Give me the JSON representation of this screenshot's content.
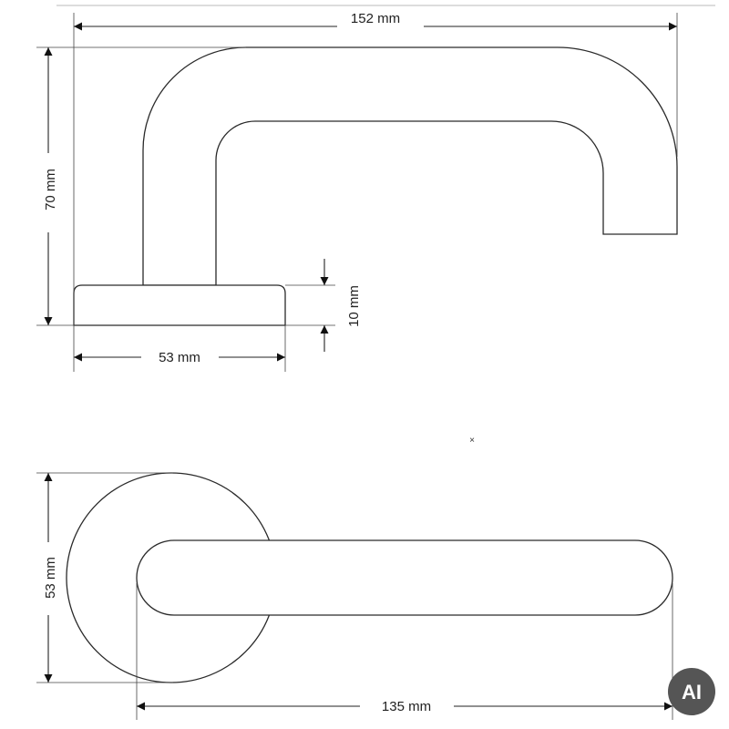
{
  "dimensions": {
    "overall_length": "152 mm",
    "height": "70 mm",
    "rose_thickness": "10 mm",
    "rose_diameter_side": "53 mm",
    "rose_diameter_top": "53 mm",
    "lever_length": "135 mm"
  },
  "badge": {
    "label": "AI"
  },
  "marker": "×",
  "colors": {
    "line": "#2a2a2a",
    "badge": "#555555"
  }
}
